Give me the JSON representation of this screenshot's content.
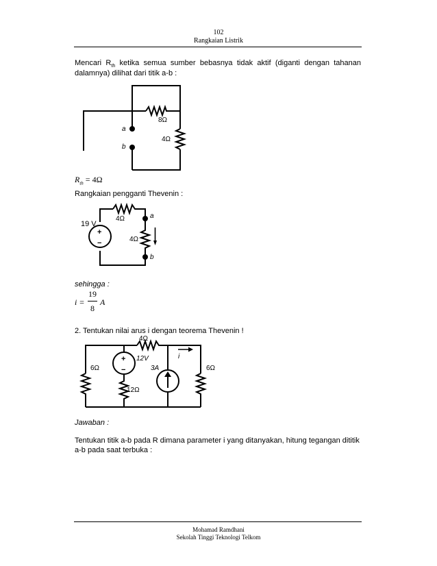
{
  "header": {
    "page_number": "102",
    "title": "Rangkaian Listrik"
  },
  "para1": {
    "line1_a": "Mencari R",
    "line1_sub": "th",
    "line1_b": " ketika semua sumber bebasnya tidak aktif (diganti dengan tahanan",
    "line2": "dalamnya) dilihat dari titik a-b :"
  },
  "fig1": {
    "label_8": "8Ω",
    "label_4": "4Ω",
    "label_a": "a",
    "label_b": "b"
  },
  "rth": {
    "symbol": "R",
    "sub": "th",
    "rhs": "= 4Ω"
  },
  "thevenin_caption": "Rangkaian pengganti Thevenin :",
  "fig2": {
    "source": "19 V",
    "label_top": "4Ω",
    "label_right": "4Ω",
    "label_a": "a",
    "label_b": "b",
    "plus": "+",
    "minus": "−"
  },
  "sehingga": "sehingga :",
  "current": {
    "lhs": "i =",
    "numerator": "19",
    "denominator": "8",
    "unit": "A"
  },
  "question2": "2. Tentukan nilai arus i dengan teorema Thevenin !",
  "fig3": {
    "label_top": "4Ω",
    "label_left": "6Ω",
    "label_source": "12V",
    "label_mid": "12Ω",
    "label_current_source": "3A",
    "label_i": "i",
    "label_right": "6Ω",
    "plus": "+",
    "minus": "−"
  },
  "jawaban": "Jawaban :",
  "para2": {
    "line1": "Tentukan titik a-b pada R dimana parameter i yang ditanyakan, hitung tegangan dititik",
    "line2": "a-b pada saat terbuka :"
  },
  "footer": {
    "author": "Mohamad Ramdhani",
    "institution": "Sekolah Tinggi Teknologi Telkom"
  }
}
